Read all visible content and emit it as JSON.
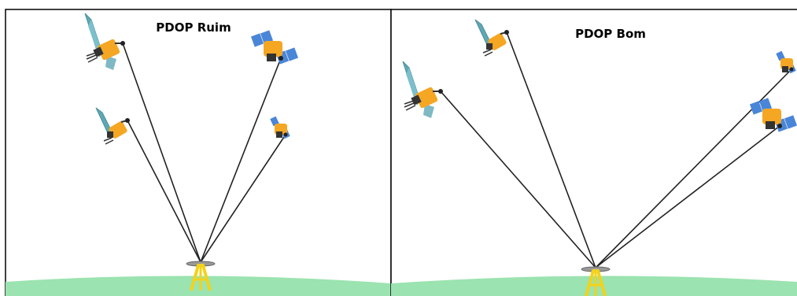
{
  "panels": [
    {
      "id": "bad",
      "title": "PDOP Ruim",
      "satellites": [
        {
          "type": "teal-panel-large"
        },
        {
          "type": "blue-panels-large"
        },
        {
          "type": "teal-panel-small"
        },
        {
          "type": "blue-panels-small"
        }
      ]
    },
    {
      "id": "good",
      "title": "PDOP Bom",
      "satellites": [
        {
          "type": "teal-panel-small"
        },
        {
          "type": "teal-panel-large"
        },
        {
          "type": "blue-panels-small"
        },
        {
          "type": "blue-panels-large"
        }
      ]
    }
  ],
  "colors": {
    "ground": "#9be3b0",
    "frame": "#000000",
    "line": "#222222",
    "tripod": "#f3d21a",
    "teal_panel": "#5fa8b5",
    "blue_panel": "#4a86d8",
    "body_orange": "#f5a623",
    "body_dark": "#333333"
  }
}
